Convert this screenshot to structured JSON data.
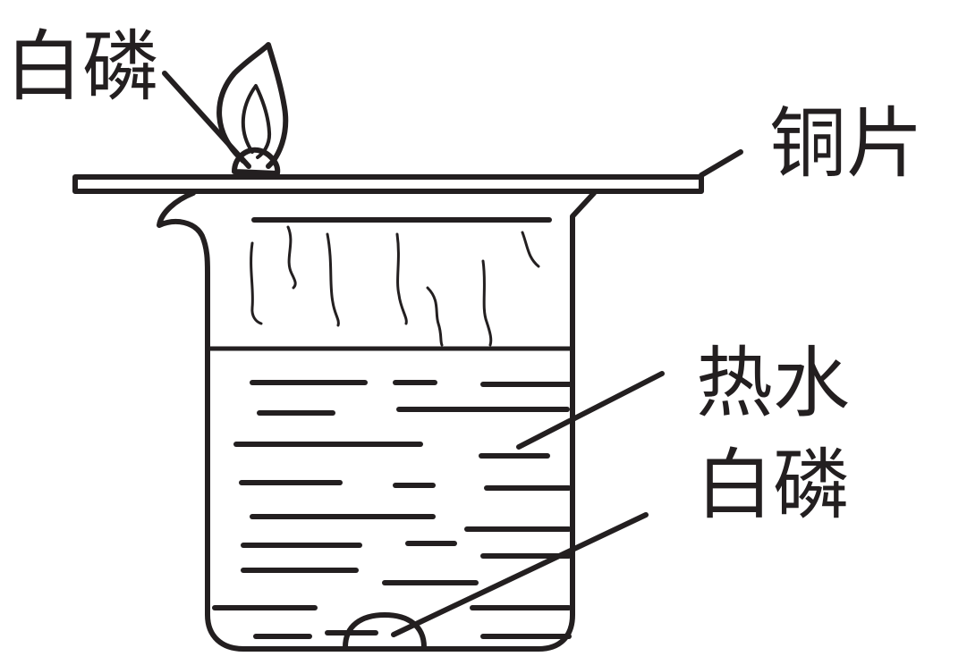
{
  "labels": {
    "top_white_phosphorus": "白磷",
    "copper_sheet": "铜片",
    "hot_water": "热水",
    "underwater_white_phosphorus": "白磷"
  },
  "colors": {
    "ink": "#231f20",
    "background": "#ffffff"
  }
}
